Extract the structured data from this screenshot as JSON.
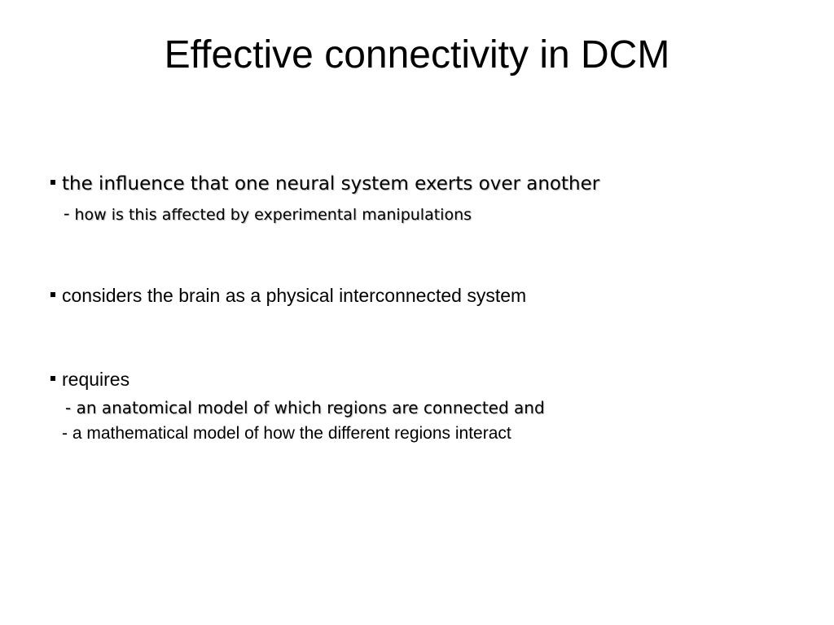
{
  "slide": {
    "title": "Effective connectivity in DCM",
    "bullets": [
      {
        "text": "the influence that one neural system exerts over another",
        "sub": [
          {
            "dash": "-",
            "text": "how is this affected by experimental manipulations"
          }
        ]
      },
      {
        "text": "considers the brain as a physical interconnected system"
      },
      {
        "text": "requires",
        "sub": [
          {
            "text": "- an anatomical model of which regions are connected and"
          },
          {
            "text": "- a mathematical model of how the different regions interact"
          }
        ]
      }
    ]
  }
}
